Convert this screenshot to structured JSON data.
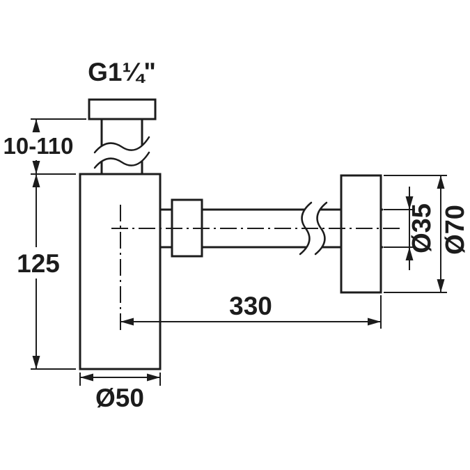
{
  "diagram": {
    "colors": {
      "line": "#1c1c1c",
      "background": "#ffffff"
    },
    "labels": {
      "thread_size": "G1¼\"",
      "adjustable_height": "10-110",
      "body_height": "125",
      "outlet_length": "330",
      "body_diameter": "Ø50",
      "pipe_diameter": "Ø35",
      "flange_diameter": "Ø70"
    }
  }
}
